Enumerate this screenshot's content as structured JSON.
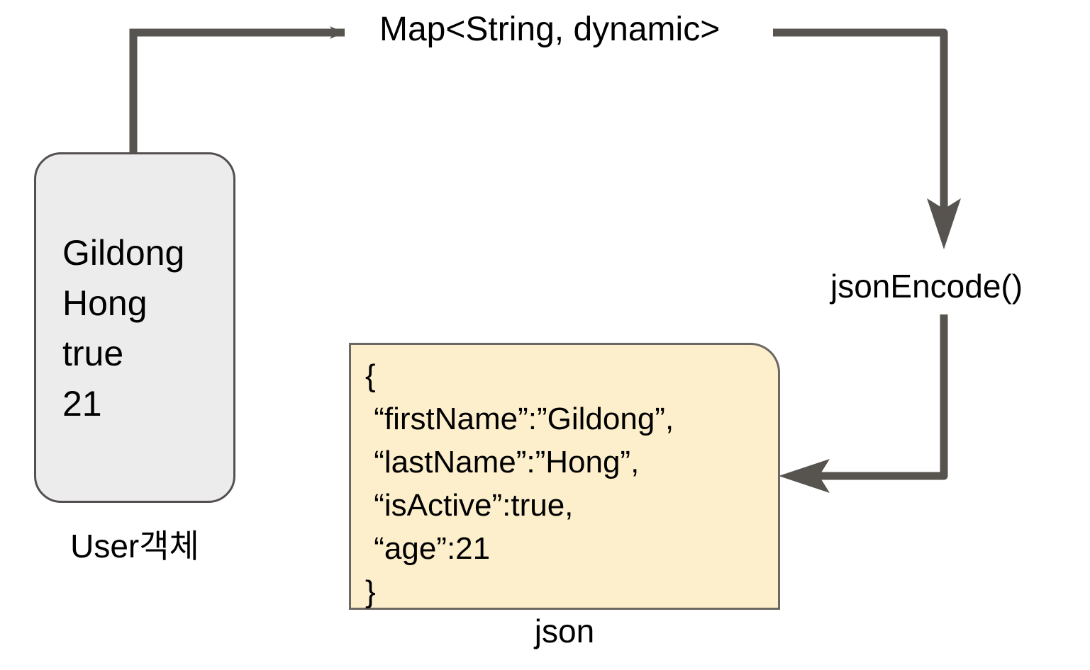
{
  "diagram": {
    "title": "Dart object to JSON encoding flow",
    "background_color": "#ffffff",
    "edge_color": "#57534e"
  },
  "user_node": {
    "label": "Gildong\nHong\ntrue\n21",
    "fields": [
      "Gildong",
      "Hong",
      "true",
      "21"
    ],
    "caption": "User객체",
    "fill_color": "#ececec",
    "stroke_color": "#54504f"
  },
  "map_node": {
    "label": "Map<String, dynamic>"
  },
  "encode_node": {
    "label": "jsonEncode()"
  },
  "json_node": {
    "label": "{\n “firstName”:”Gildong”,\n “lastName”:”Hong”,\n “isActive”:true,\n “age”:21\n}",
    "lines": [
      "{",
      " “firstName”:”Gildong”,",
      " “lastName”:”Hong”,",
      " “isActive”:true,",
      " “age”:21",
      "}"
    ],
    "caption": "json",
    "fill_color": "#fdefcc",
    "stroke_color": "#6b6763"
  },
  "edges": [
    {
      "name": "user-to-map",
      "from": "user_node",
      "to": "map_node"
    },
    {
      "name": "map-to-jsonencode",
      "from": "map_node",
      "to": "encode_node"
    },
    {
      "name": "jsonencode-to-json",
      "from": "encode_node",
      "to": "json_node"
    }
  ]
}
